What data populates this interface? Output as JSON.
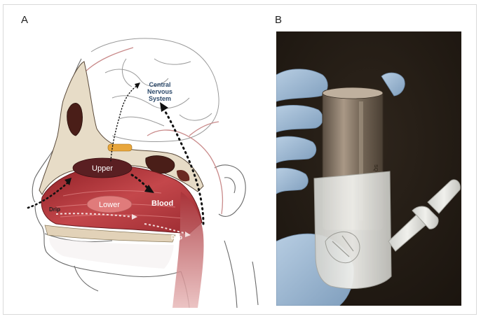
{
  "panels": {
    "a": {
      "label": "A",
      "annotations": {
        "cns": [
          "Central",
          "Nervous",
          "System"
        ],
        "upper": "Upper",
        "lower": "Lower",
        "blood": "Blood",
        "drip_front": "Drip",
        "drip_back": "Drip"
      },
      "colors": {
        "mucosa": "#b8343a",
        "region_upper": "#5a1f22",
        "region_lower": "#e07b7b",
        "bone": "#e7dcc7",
        "olfactory": "#e8a63c",
        "cns_text": "#2d4a6b"
      }
    },
    "b": {
      "label": "B",
      "device_text": "SQ",
      "colors": {
        "background": "#231c15",
        "glove": "#9ab6d2",
        "canister": "#8a7c6c",
        "housing": "#e4e4e0"
      }
    }
  }
}
